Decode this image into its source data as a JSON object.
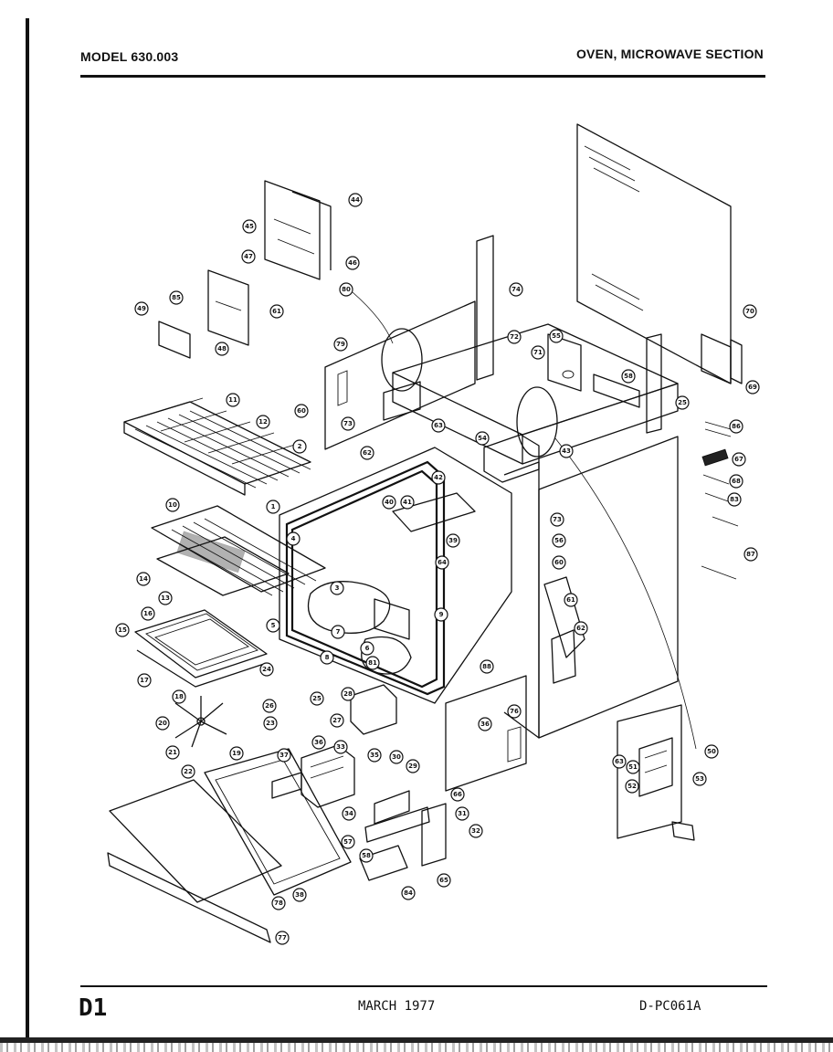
{
  "header": {
    "model": "MODEL 630.003",
    "section": "OVEN, MICROWAVE SECTION"
  },
  "footer": {
    "page": "D1",
    "date": "MARCH 1977",
    "code": "D-PC061A"
  },
  "callouts": [
    {
      "n": "44"
    },
    {
      "n": "45"
    },
    {
      "n": "46"
    },
    {
      "n": "47"
    },
    {
      "n": "48"
    },
    {
      "n": "49"
    },
    {
      "n": "85"
    },
    {
      "n": "61"
    },
    {
      "n": "80"
    },
    {
      "n": "74"
    },
    {
      "n": "70"
    },
    {
      "n": "69"
    },
    {
      "n": "72"
    },
    {
      "n": "71"
    },
    {
      "n": "55"
    },
    {
      "n": "58"
    },
    {
      "n": "25"
    },
    {
      "n": "79"
    },
    {
      "n": "60"
    },
    {
      "n": "73"
    },
    {
      "n": "62"
    },
    {
      "n": "63"
    },
    {
      "n": "54"
    },
    {
      "n": "43"
    },
    {
      "n": "11"
    },
    {
      "n": "12"
    },
    {
      "n": "2"
    },
    {
      "n": "86"
    },
    {
      "n": "67"
    },
    {
      "n": "68"
    },
    {
      "n": "83"
    },
    {
      "n": "1"
    },
    {
      "n": "42"
    },
    {
      "n": "40"
    },
    {
      "n": "41"
    },
    {
      "n": "39"
    },
    {
      "n": "73"
    },
    {
      "n": "56"
    },
    {
      "n": "60"
    },
    {
      "n": "87"
    },
    {
      "n": "10"
    },
    {
      "n": "4"
    },
    {
      "n": "64"
    },
    {
      "n": "14"
    },
    {
      "n": "3"
    },
    {
      "n": "13"
    },
    {
      "n": "9"
    },
    {
      "n": "61"
    },
    {
      "n": "62"
    },
    {
      "n": "16"
    },
    {
      "n": "5"
    },
    {
      "n": "7"
    },
    {
      "n": "6"
    },
    {
      "n": "15"
    },
    {
      "n": "8"
    },
    {
      "n": "81"
    },
    {
      "n": "88"
    },
    {
      "n": "17"
    },
    {
      "n": "24"
    },
    {
      "n": "25"
    },
    {
      "n": "28"
    },
    {
      "n": "76"
    },
    {
      "n": "18"
    },
    {
      "n": "26"
    },
    {
      "n": "27"
    },
    {
      "n": "23"
    },
    {
      "n": "36"
    },
    {
      "n": "20"
    },
    {
      "n": "21"
    },
    {
      "n": "19"
    },
    {
      "n": "22"
    },
    {
      "n": "36"
    },
    {
      "n": "33"
    },
    {
      "n": "37"
    },
    {
      "n": "35"
    },
    {
      "n": "30"
    },
    {
      "n": "29"
    },
    {
      "n": "66"
    },
    {
      "n": "34"
    },
    {
      "n": "31"
    },
    {
      "n": "32"
    },
    {
      "n": "57"
    },
    {
      "n": "58"
    },
    {
      "n": "65"
    },
    {
      "n": "38"
    },
    {
      "n": "84"
    },
    {
      "n": "78"
    },
    {
      "n": "77"
    },
    {
      "n": "50"
    },
    {
      "n": "63"
    },
    {
      "n": "51"
    },
    {
      "n": "53"
    },
    {
      "n": "52"
    }
  ]
}
